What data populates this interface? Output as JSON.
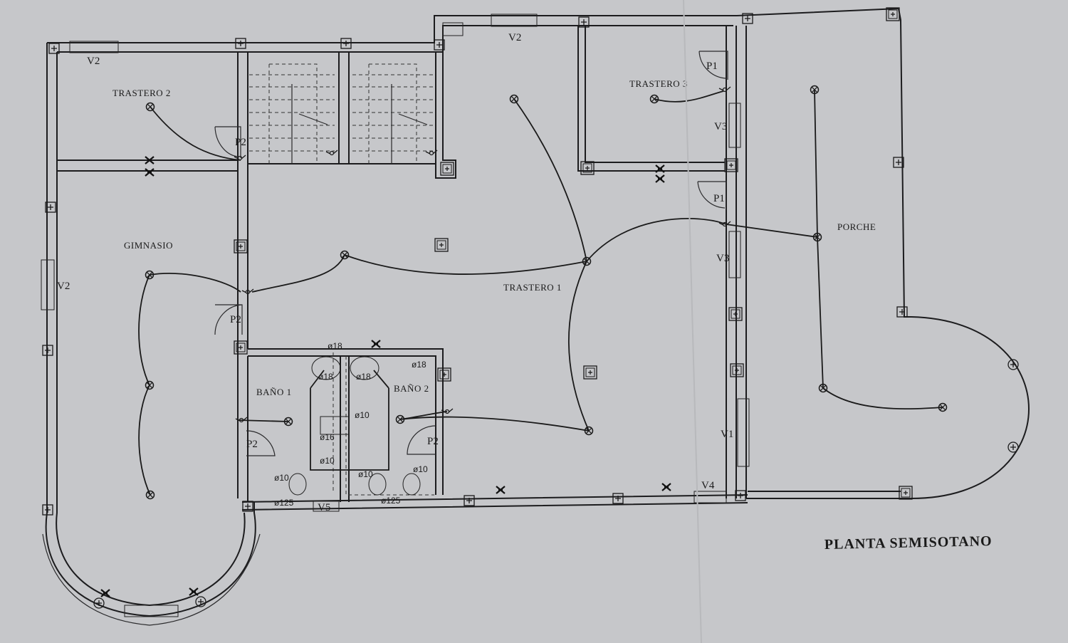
{
  "title": "PLANTA SEMISOTANO",
  "rooms": {
    "trastero2": "TRASTERO 2",
    "trastero3": "TRASTERO 3",
    "gimnasio": "GIMNASIO",
    "trastero1": "TRASTERO 1",
    "porche": "PORCHE",
    "bano1": "BAÑO 1",
    "bano2": "BAÑO 2"
  },
  "tags": {
    "v2_top_left": "V2",
    "v2_top": "V2",
    "v2_left": "V2",
    "p2_trastero2": "P2",
    "p2_gimnasio": "P2",
    "p2_bano1": "P2",
    "p2_bano2": "P2",
    "p1_trastero3": "P1",
    "p1_porche": "P1",
    "v3_upper": "V3",
    "v3_lower": "V3",
    "v1": "V1",
    "v4": "V4",
    "v5": "V5"
  },
  "diameters": {
    "d18_top": "ø18",
    "d18_b1": "ø18",
    "d18_b2": "ø18",
    "d18_right": "ø18",
    "d10_b2_a": "ø10",
    "d16_b1": "ø16",
    "d10_b1_mid": "ø10",
    "d10_b1_wc": "ø10",
    "d10_b2_wc": "ø10",
    "d10_b2_bidet": "ø10",
    "d125_b1": "ø125",
    "d125_b2": "ø125"
  }
}
